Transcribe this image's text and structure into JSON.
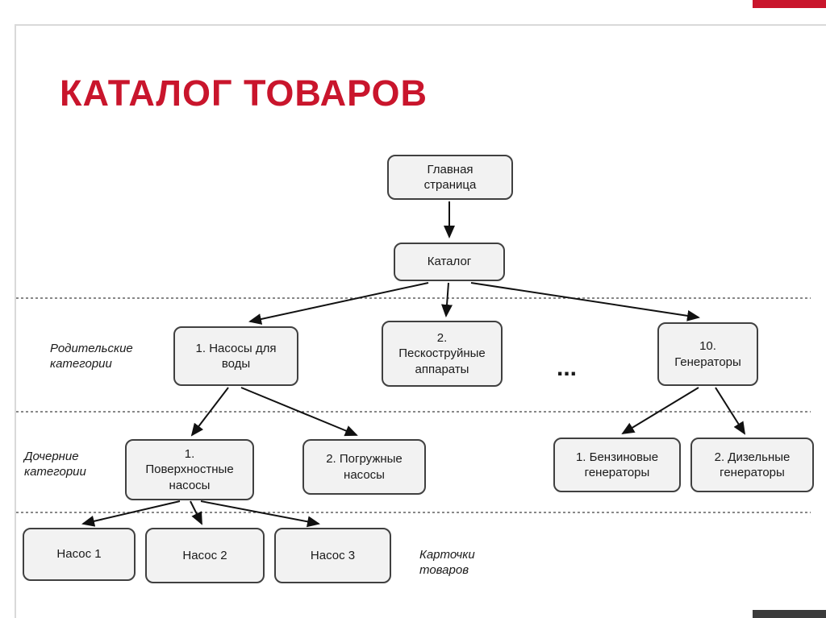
{
  "page": {
    "title": "КАТАЛОГ ТОВАРОВ"
  },
  "diagram": {
    "nodes": {
      "home": "Главная\nстраница",
      "catalog": "Каталог",
      "parent_pumps": "1. Насосы для\nводы",
      "parent_sandblast": "2.\nПескоструйные\nаппараты",
      "ellipsis": "...",
      "parent_generators": "10.\nГенераторы",
      "child_surface": "1.\nПоверхностные\nнасосы",
      "child_submersible": "2. Погружные\nнасосы",
      "child_petrol": "1. Бензиновые\nгенераторы",
      "child_diesel": "2. Дизельные\nгенераторы",
      "pump1": "Насос 1",
      "pump2": "Насос 2",
      "pump3": "Насос 3"
    },
    "labels": {
      "parents": "Родительские\nкатегории",
      "children": "Дочерние\nкатегории",
      "cards": "Карточки\nтоваров"
    }
  },
  "colors": {
    "accent_red": "#c9152c",
    "accent_dark": "#3b3b3b",
    "box_fill": "#f2f2f2",
    "box_border": "#404040"
  }
}
